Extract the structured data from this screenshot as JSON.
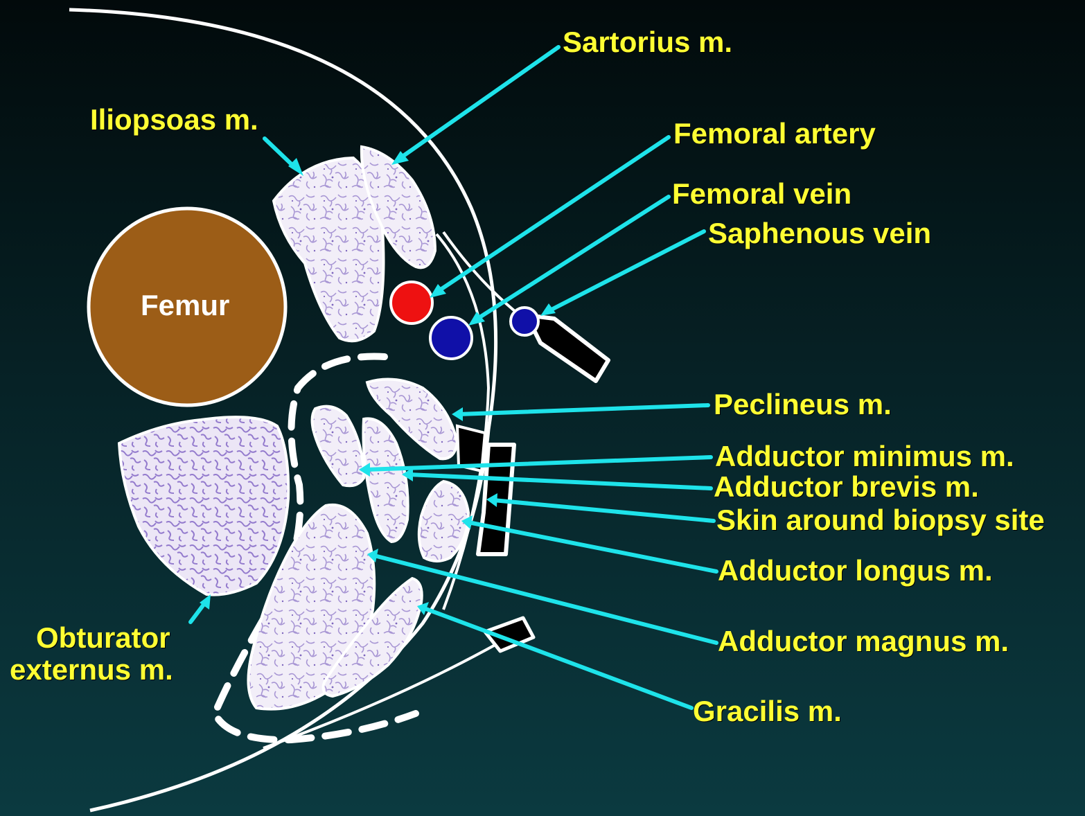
{
  "labels": {
    "sartorius": "Sartorius m.",
    "iliopsoas": "Iliopsoas m.",
    "femoral_artery": "Femoral artery",
    "femoral_vein": "Femoral vein",
    "saphenous_vein": "Saphenous vein",
    "femur": "Femur",
    "pectineus": "Peclineus m.",
    "adductor_minimus": "Adductor minimus m.",
    "adductor_brevis": "Adductor brevis m.",
    "skin_biopsy": "Skin around biopsy site",
    "adductor_longus": "Adductor longus m.",
    "adductor_magnus": "Adductor magnus m.",
    "gracilis": "Gracilis m.",
    "obturator_line1": "Obturator",
    "obturator_line2": "externus m."
  },
  "colors": {
    "label_text": "#ffff33",
    "pointer": "#1ee3ea",
    "femur_fill": "#9c5d17",
    "artery": "#ee1111",
    "vein": "#1010a8",
    "muscle_base": "#f2eef8",
    "muscle_texture": "#8e78c8",
    "background_top": "#020a0b",
    "background_bottom": "#0b3a40"
  }
}
